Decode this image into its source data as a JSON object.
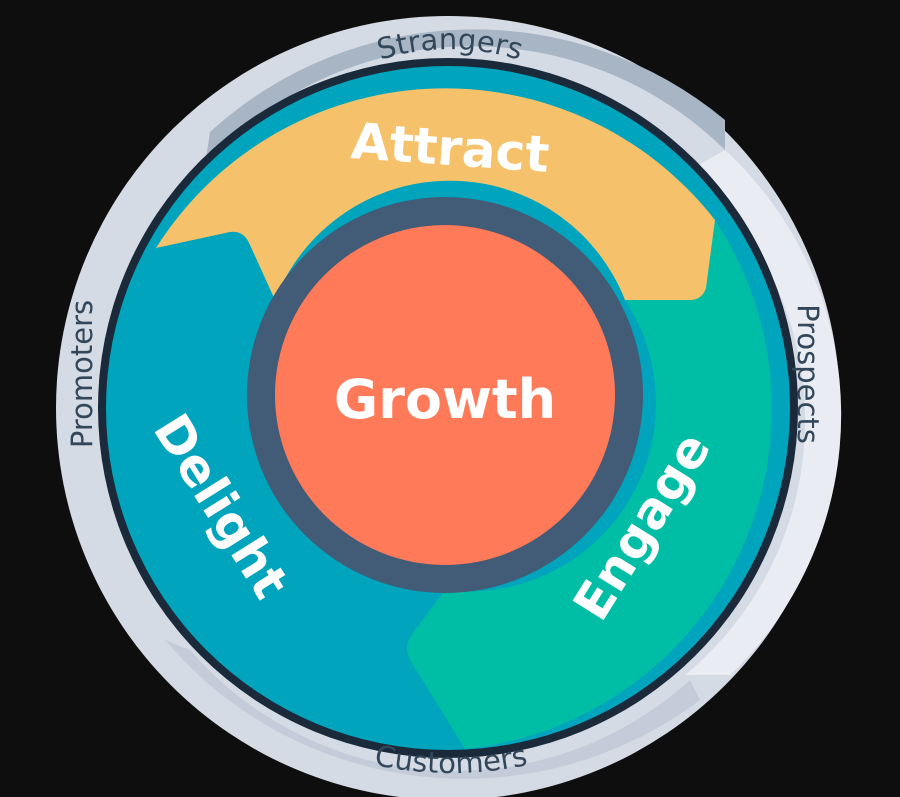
{
  "outer_ring": {
    "top": "Strangers",
    "right": "Prospects",
    "bottom": "Customers",
    "left": "Promoters"
  },
  "stages": {
    "attract": "Attract",
    "engage": "Engage",
    "delight": "Delight"
  },
  "center": "Growth",
  "colors": {
    "background": "#0e0e0f",
    "outer_ring_light": "#d5dbe4",
    "outer_ring_dark": "#a8b5c5",
    "attract": "#f5c26b",
    "engage": "#00bda5",
    "delight": "#00a4bd",
    "center": "#ff7a59",
    "center_ring": "#425b76",
    "border": "#1b2a3a"
  }
}
